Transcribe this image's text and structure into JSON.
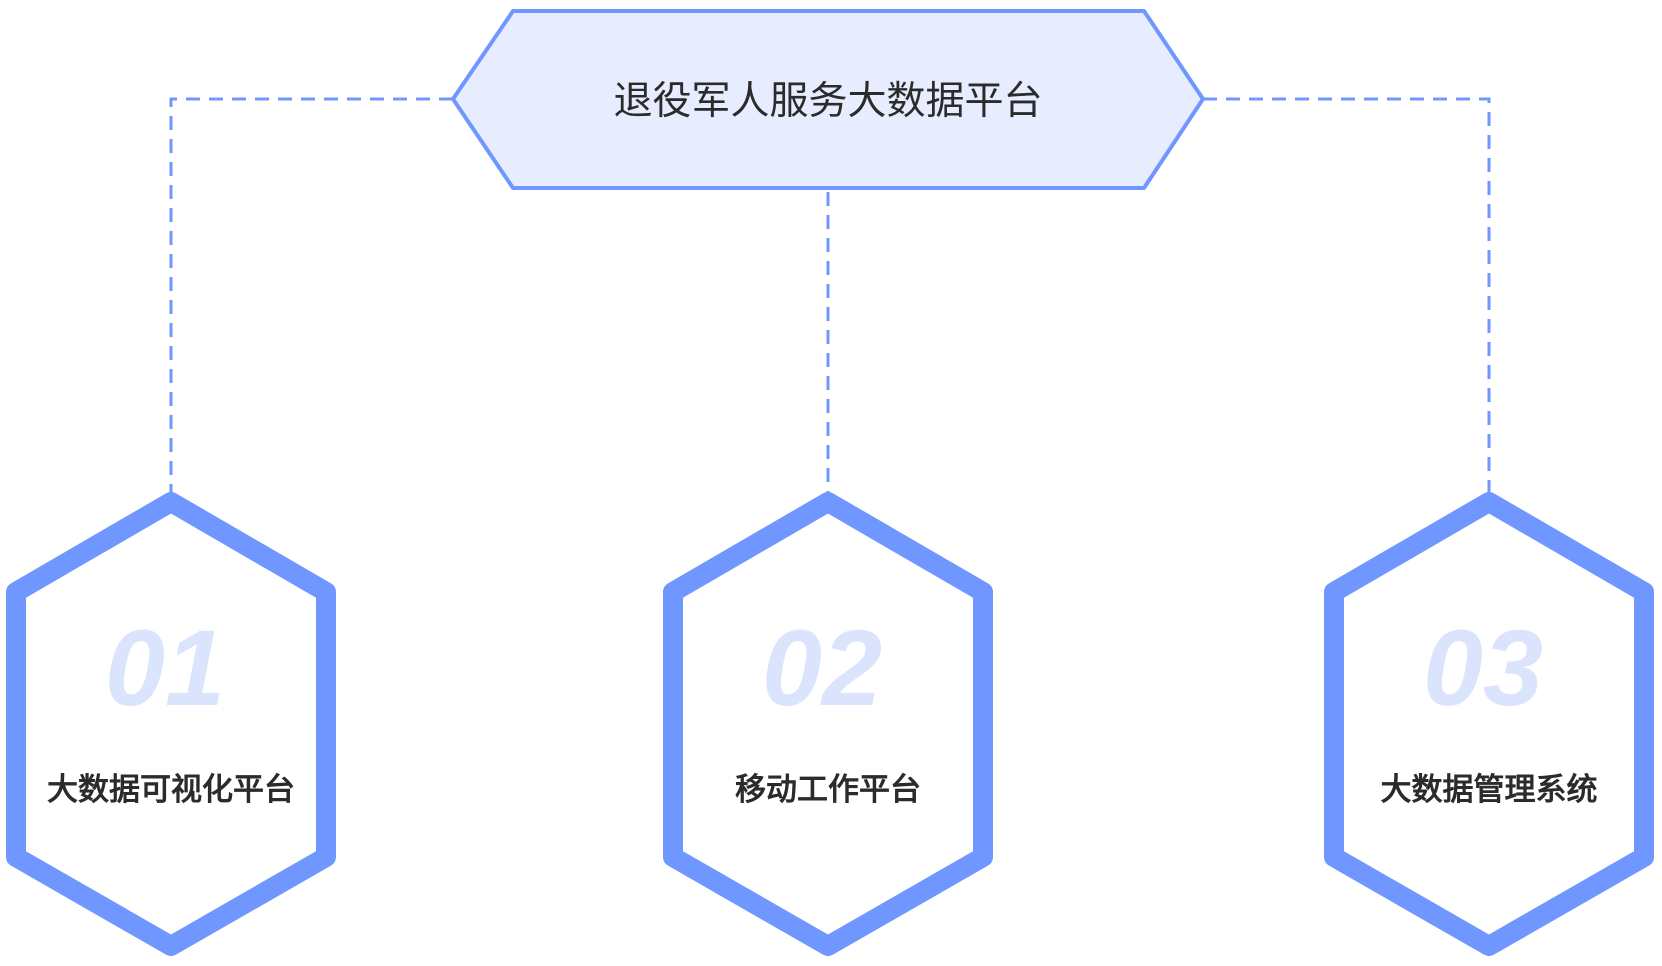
{
  "title": "退役军人服务大数据平台",
  "nodes": [
    {
      "number": "01",
      "label": "大数据可视化平台"
    },
    {
      "number": "02",
      "label": "移动工作平台"
    },
    {
      "number": "03",
      "label": "大数据管理系统"
    }
  ],
  "colors": {
    "accent": "#6f97ff",
    "title_fill": "#e7edff",
    "number_fill": "#dbe4fd",
    "text": "#2b2b2b"
  }
}
